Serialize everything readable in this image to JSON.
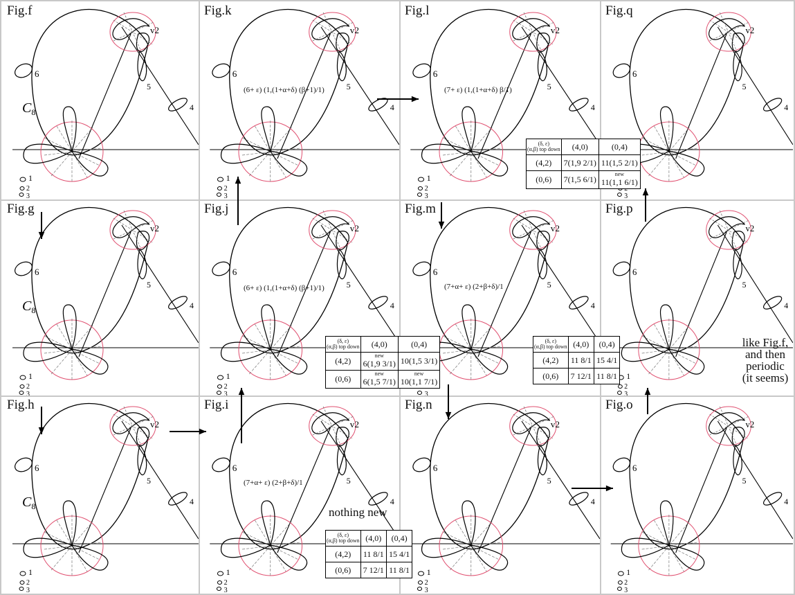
{
  "panels": [
    {
      "id": "f",
      "label": "Fig.f",
      "show_c8": true
    },
    {
      "id": "k",
      "label": "Fig.k",
      "show_c8": false
    },
    {
      "id": "l",
      "label": "Fig.l",
      "show_c8": false
    },
    {
      "id": "q",
      "label": "Fig.q",
      "show_c8": false
    },
    {
      "id": "g",
      "label": "Fig.g",
      "show_c8": true
    },
    {
      "id": "j",
      "label": "Fig.j",
      "show_c8": false
    },
    {
      "id": "m",
      "label": "Fig.m",
      "show_c8": false
    },
    {
      "id": "p",
      "label": "Fig.p",
      "show_c8": false
    },
    {
      "id": "h",
      "label": "Fig.h",
      "show_c8": true
    },
    {
      "id": "i",
      "label": "Fig.i",
      "show_c8": false
    },
    {
      "id": "n",
      "label": "Fig.n",
      "show_c8": false
    },
    {
      "id": "o",
      "label": "Fig.o",
      "show_c8": false
    }
  ],
  "curve_labels": {
    "v2": "v2",
    "n6": "6",
    "n5": "5",
    "n4": "4",
    "n1": "1",
    "n2": "2",
    "n3": "3",
    "c8_letter": "C",
    "c8_sub": "8"
  },
  "equations": {
    "k": "(6+ ε) (1,(1+α+δ) (β+1)/1)",
    "l": "(7+ ε) (1,(1+α+δ) β/1)",
    "j": "(6+ ε) (1,(1+α+δ) (β+1)/1)",
    "m": "(7+α+ ε) (2+β+δ)/1",
    "i": "(7+α+ ε) (2+β+δ)/1"
  },
  "tables": {
    "header_top": "(δ, ε)",
    "corner_a": "(α,β)",
    "corner_b": "top down",
    "col1": "(4,0)",
    "col2": "(0,4)",
    "row1": "(4,2)",
    "row2": "(0,6)",
    "l": {
      "r1c1": "7(1,9 2/1)",
      "r1c2": "11(1,5 2/1)",
      "r2c1": "7(1,5 6/1)",
      "r2c2": "11(1,1 6/1)",
      "r2c2_note": "new"
    },
    "j": {
      "r1c1": "6(1,9 3/1)",
      "r1c1_note": "new",
      "r1c2": "10(1,5 3/1)",
      "r2c1": "6(1,5 7/1)",
      "r2c1_note": "new",
      "r2c2": "10(1,1 7/1)",
      "r2c2_note": "new"
    },
    "m": {
      "r1c1": "11 8/1",
      "r1c2": "15 4/1",
      "r2c1": "7 12/1",
      "r2c2": "11 8/1"
    },
    "i": {
      "r1c1": "11 8/1",
      "r1c2": "15 4/1",
      "r2c1": "7 12/1",
      "r2c2": "11 8/1"
    }
  },
  "nothing_new": "nothing new",
  "note_p": [
    "like Fig.f,",
    "and then",
    "periodic",
    "(it seems)"
  ]
}
